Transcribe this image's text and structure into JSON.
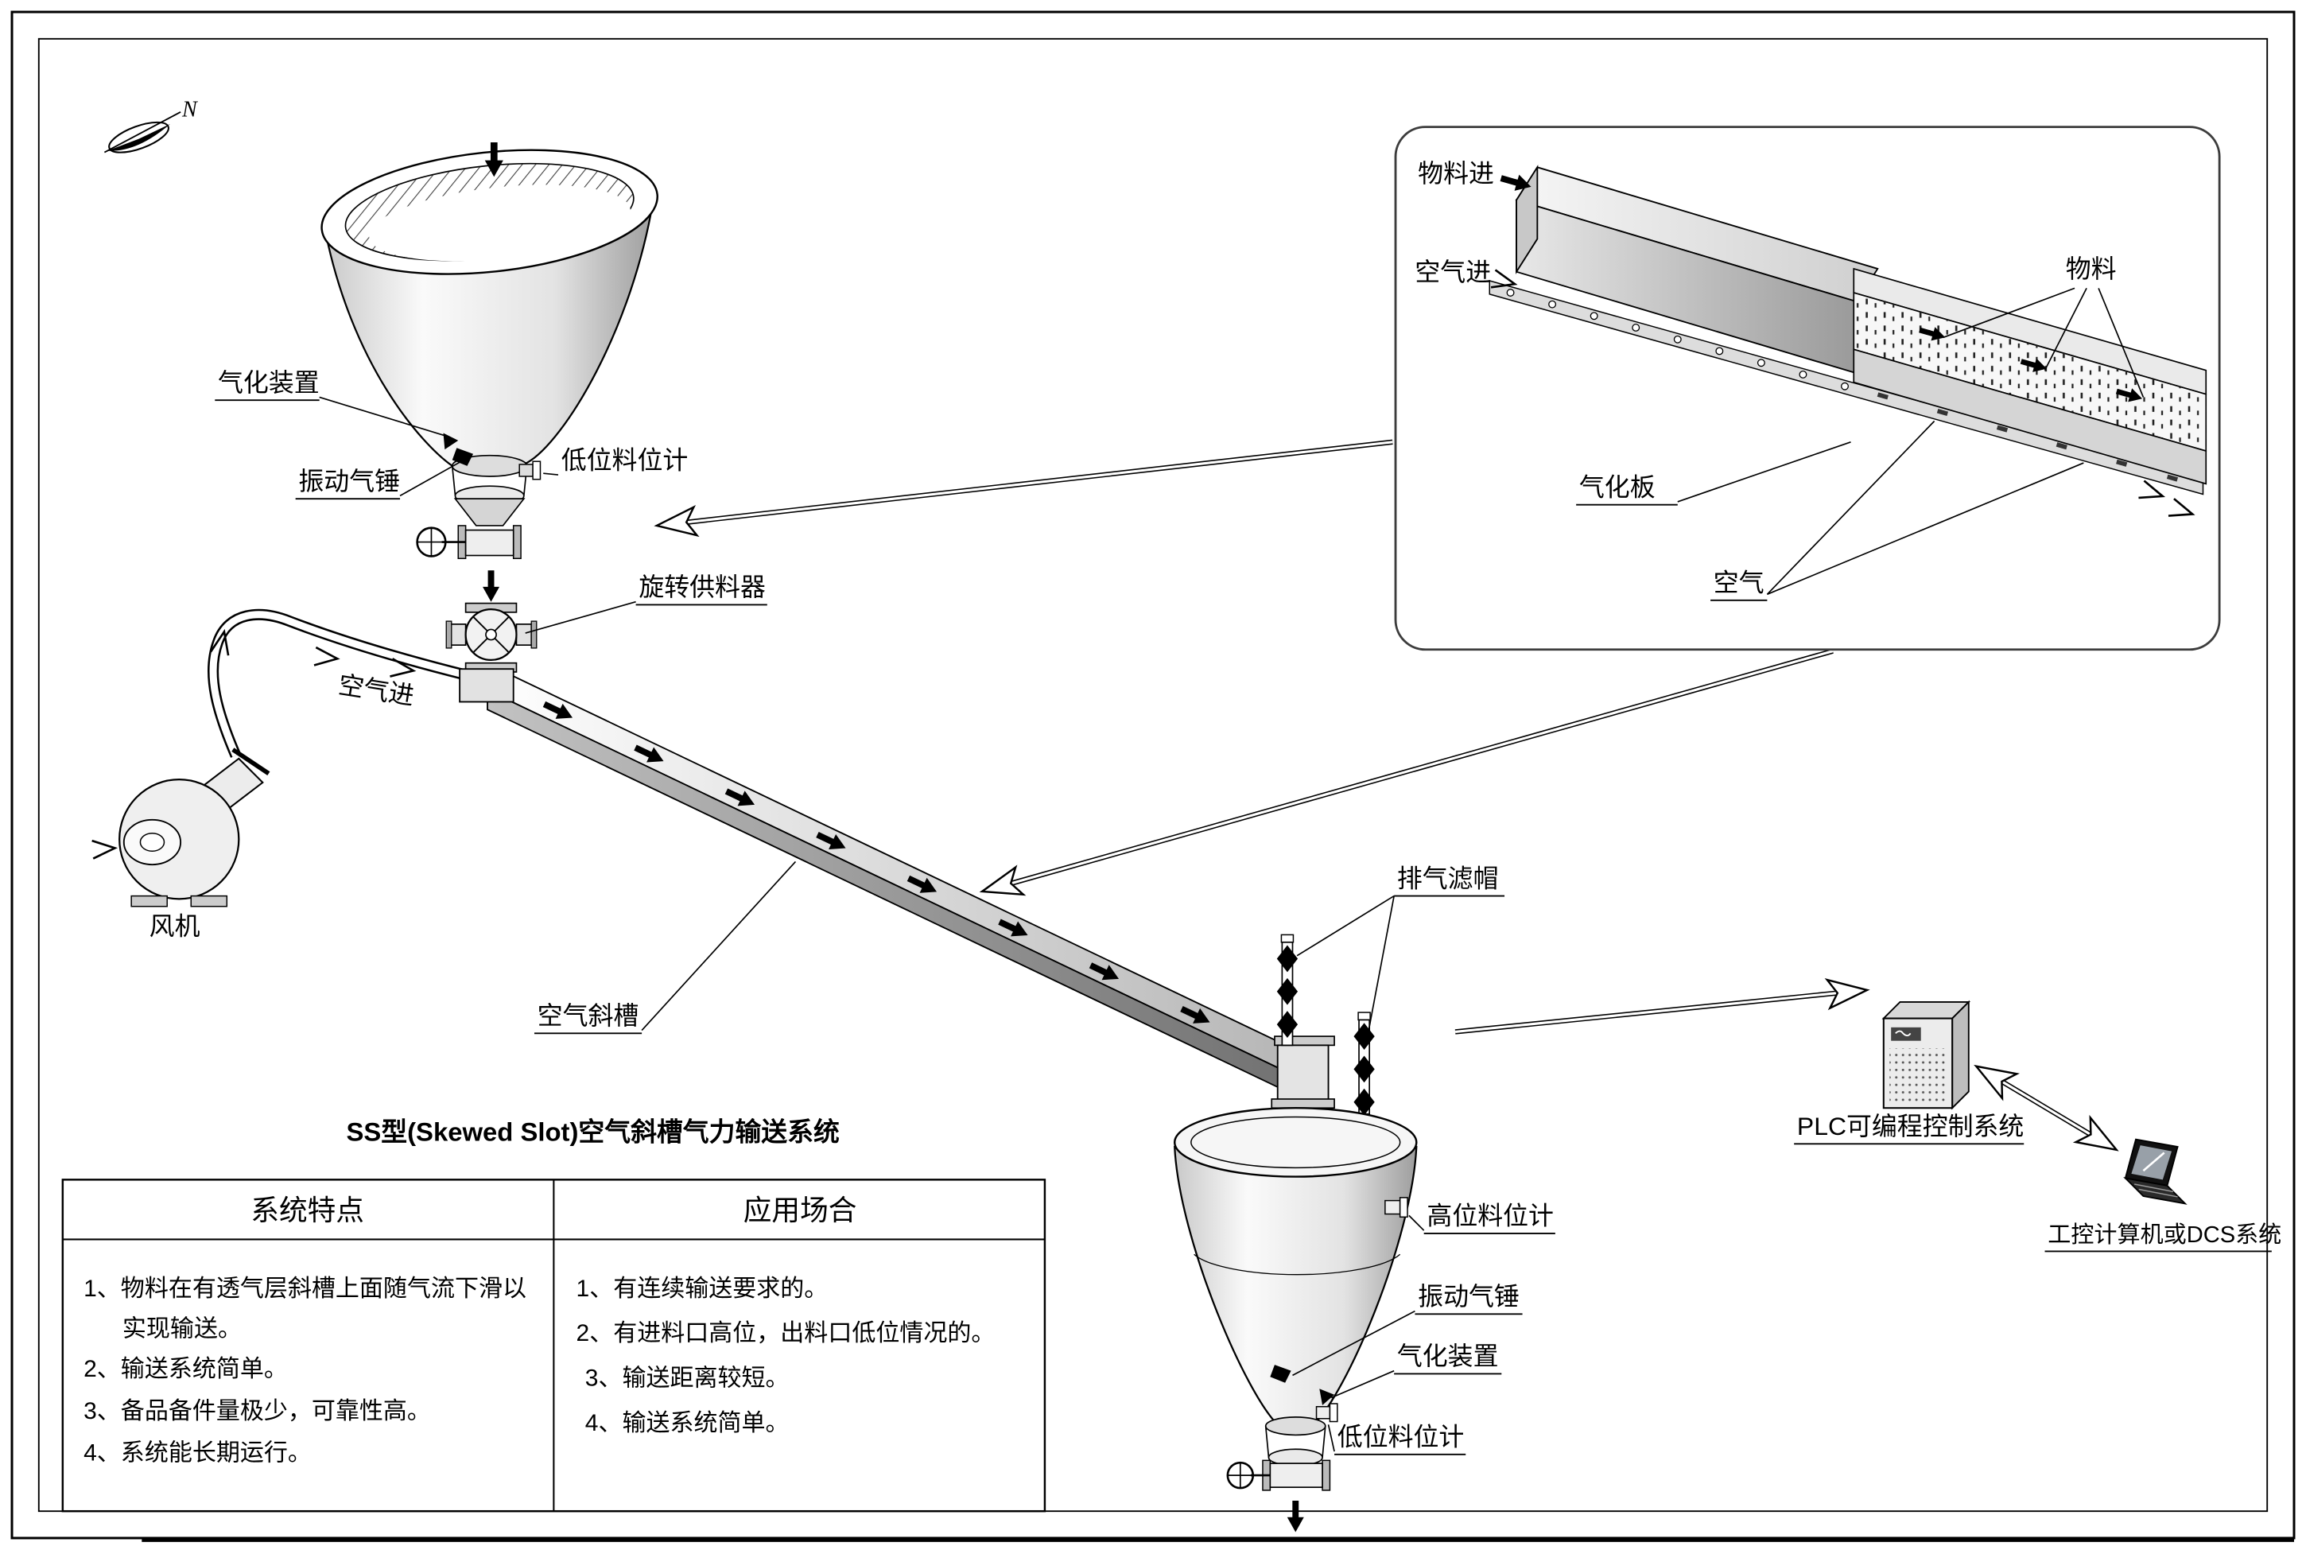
{
  "compass": {
    "north": "N"
  },
  "title": "SS型(Skewed Slot)空气斜槽气力输送系统",
  "labels": {
    "gasification_top": "气化装置",
    "hammer_top": "振动气锤",
    "low_level_top": "低位料位计",
    "rotary_feeder": "旋转供料器",
    "air_in_pipe": "空气进",
    "fan": "风机",
    "air_chute": "空气斜槽",
    "exhaust_filter": "排气滤帽",
    "high_level": "高位料位计",
    "hammer_bottom": "振动气锤",
    "gasification_bottom": "气化装置",
    "low_level_bottom": "低位料位计",
    "plc": "PLC可编程控制系统",
    "dcs": "工控计算机或DCS系统"
  },
  "inset": {
    "material_in": "物料进",
    "air_in": "空气进",
    "material": "物料",
    "aeration_plate": "气化板",
    "air": "空气"
  },
  "table": {
    "headers": [
      "系统特点",
      "应用场合"
    ],
    "features": [
      "1、物料在有透气层斜槽上面随气流下滑以",
      "实现输送。",
      "2、输送系统简单。",
      "3、备品备件量极少，可靠性高。",
      "4、系统能长期运行。"
    ],
    "applications": [
      "1、有连续输送要求的。",
      "2、有进料口高位，出料口低位情况的。",
      "3、输送距离较短。",
      "4、输送系统简单。"
    ]
  }
}
